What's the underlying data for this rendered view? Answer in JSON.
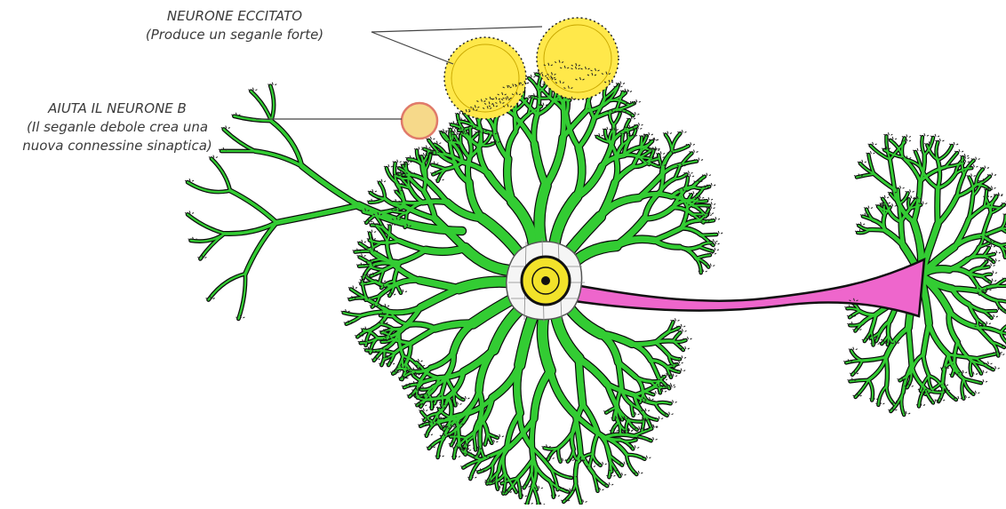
{
  "labels": {
    "excited_neuron": {
      "title": "NEURONE ECCITATO",
      "subtitle": "(Produce un seganle forte)"
    },
    "help_neuron_b": {
      "title": "AIUTA IL NEURONE  B",
      "line2": "(Il seganle debole crea una",
      "line3": "nuova connessine sinaptica)"
    }
  },
  "colors": {
    "dendrite": "#33cc33",
    "dendrite_outline": "#0a0a0a",
    "axon": "#ee66cc",
    "nucleus": "#f2e22a",
    "strong_signal": "#ffe84a",
    "weak_signal": "#f6d98a",
    "weak_signal_ring": "#e07a6a"
  }
}
